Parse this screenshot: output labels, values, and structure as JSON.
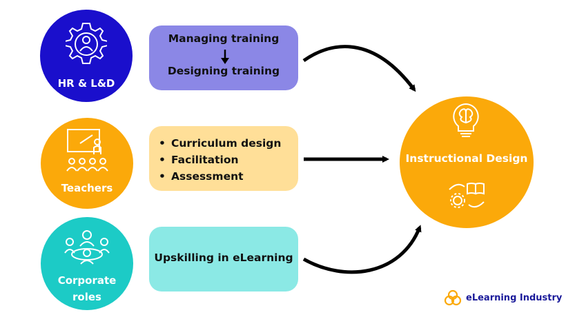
{
  "sources": {
    "hr": {
      "label": "HR & L&D",
      "color": "#1a0fcc",
      "icon": "gear-person-icon"
    },
    "teachers": {
      "label": "Teachers",
      "color": "#fba90a",
      "icon": "teacher-board-icon"
    },
    "corporate": {
      "label_line1": "Corporate",
      "label_line2": "roles",
      "color": "#1ccbc6",
      "icon": "meeting-icon"
    }
  },
  "boxes": {
    "hr": {
      "line1": "Managing training",
      "line2": "Designing training",
      "color": "#8b87e6"
    },
    "teachers": {
      "items": [
        "Curriculum design",
        "Facilitation",
        "Assessment"
      ],
      "color": "#ffdf98"
    },
    "corporate": {
      "text": "Upskilling in eLearning",
      "color": "#8be9e5"
    }
  },
  "target": {
    "label": "Instructional Design",
    "color": "#fba90a",
    "icons": [
      "brain-bulb-icon",
      "hands-book-gear-icon"
    ]
  },
  "brand": {
    "name": "eLearning Industry",
    "color": "#1a1a9a"
  }
}
